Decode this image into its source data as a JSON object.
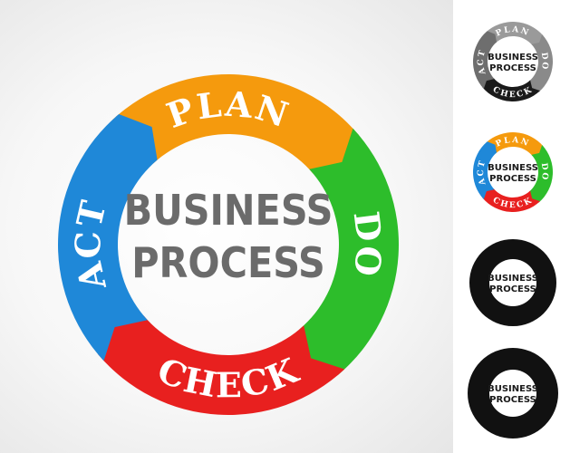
{
  "diagram": {
    "center_lines": [
      "BUSINESS",
      "PROCESS"
    ],
    "segments": [
      {
        "id": "plan",
        "label": "PLAN",
        "color": "#f59a0d",
        "start_deg": 310,
        "end_deg": 50
      },
      {
        "id": "do",
        "label": "DO",
        "color": "#2dbd2b",
        "start_deg": 40,
        "end_deg": 140
      },
      {
        "id": "check",
        "label": "CHECK",
        "color": "#e8201f",
        "start_deg": 130,
        "end_deg": 230
      },
      {
        "id": "act",
        "label": "ACT",
        "color": "#1f88d8",
        "start_deg": 220,
        "end_deg": 320
      }
    ]
  },
  "variants": [
    {
      "id": "gray",
      "colors": {
        "plan": "#9a9a9a",
        "do": "#8a8a8a",
        "check": "#1a1a1a",
        "act": "#6e6e6e"
      },
      "disc": "none",
      "label_fill": "#ffffff"
    },
    {
      "id": "color",
      "colors": {
        "plan": "#f59a0d",
        "do": "#2dbd2b",
        "check": "#e8201f",
        "act": "#1f88d8"
      },
      "disc": "none",
      "label_fill": "#ffffff"
    },
    {
      "id": "color-ring",
      "colors": {
        "plan": "#f59a0d",
        "do": "#2dbd2b",
        "check": "#e8201f",
        "act": "#1f88d8"
      },
      "disc": "ring",
      "label_fill": "#1a1a1a"
    },
    {
      "id": "black-disc",
      "colors": {
        "plan": "#f59a0d",
        "do": "#2dbd2b",
        "check": "#e8201f",
        "act": "#1f88d8"
      },
      "disc": "filled",
      "label_fill": "#1a1a1a"
    }
  ]
}
